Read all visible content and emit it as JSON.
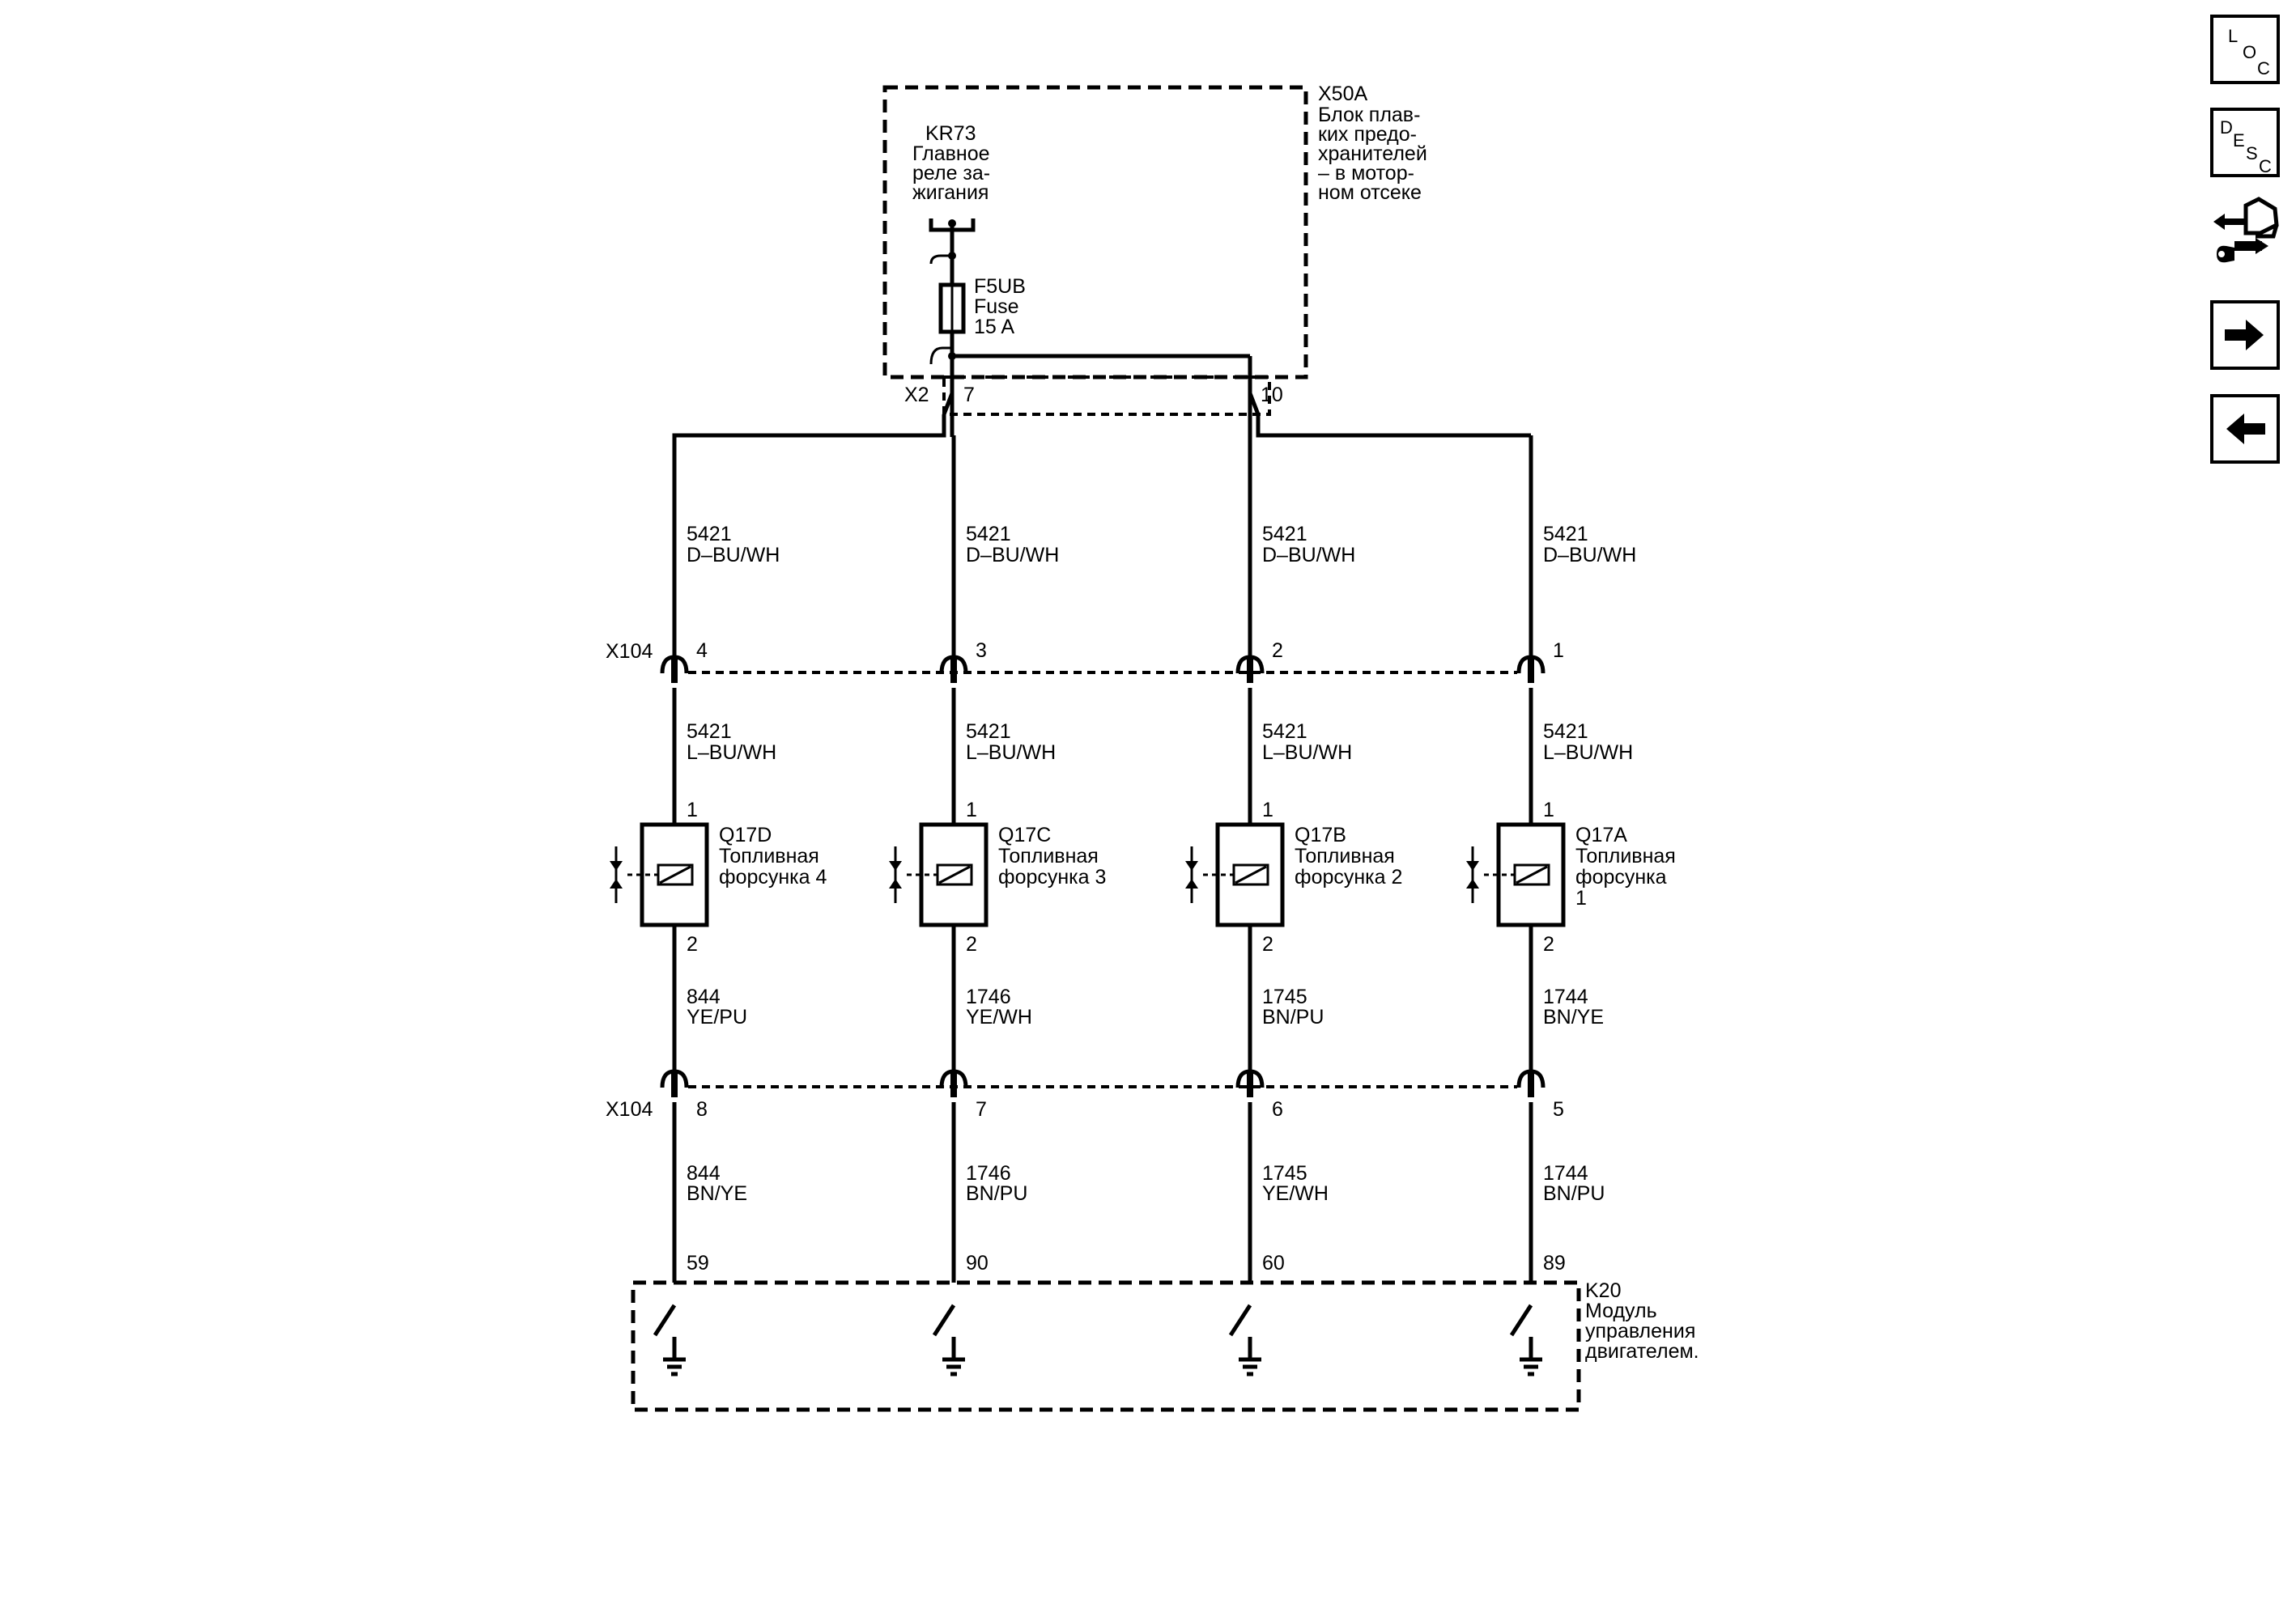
{
  "fuse_block": {
    "id": "X50A",
    "desc": [
      "Блок плав-",
      "ких предо-",
      "хранителей",
      "– в мотор-",
      "ном отсеке"
    ]
  },
  "relay": {
    "id": "KR73",
    "desc": [
      "Главное",
      "реле за-",
      "жигания"
    ]
  },
  "fuse": {
    "id": "F5UB",
    "desc": [
      "Fuse",
      "15 A"
    ]
  },
  "fuse_block_connector": {
    "id": "X2",
    "pins": [
      "7",
      "10"
    ]
  },
  "inline_connector": {
    "id_upper": "X104",
    "id_lower": "X104"
  },
  "injectors": [
    {
      "id": "Q17D",
      "desc": [
        "Топливная",
        "форсунка 4"
      ],
      "feed_circuit": "5421",
      "feed_color": "D–BU/WH",
      "conn_pin_upper": "4",
      "mid_circuit": "5421",
      "mid_color": "L–BU/WH",
      "pin1": "1",
      "pin2": "2",
      "ctrl_circuit_upper": "844",
      "ctrl_color_upper": "YE/PU",
      "conn_pin_lower": "8",
      "ctrl_circuit_lower": "844",
      "ctrl_color_lower": "BN/YE",
      "ecm_pin": "59"
    },
    {
      "id": "Q17C",
      "desc": [
        "Топливная",
        "форсунка 3"
      ],
      "feed_circuit": "5421",
      "feed_color": "D–BU/WH",
      "conn_pin_upper": "3",
      "mid_circuit": "5421",
      "mid_color": "L–BU/WH",
      "pin1": "1",
      "pin2": "2",
      "ctrl_circuit_upper": "1746",
      "ctrl_color_upper": "YE/WH",
      "conn_pin_lower": "7",
      "ctrl_circuit_lower": "1746",
      "ctrl_color_lower": "BN/PU",
      "ecm_pin": "90"
    },
    {
      "id": "Q17B",
      "desc": [
        "Топливная",
        "форсунка 2"
      ],
      "feed_circuit": "5421",
      "feed_color": "D–BU/WH",
      "conn_pin_upper": "2",
      "mid_circuit": "5421",
      "mid_color": "L–BU/WH",
      "pin1": "1",
      "pin2": "2",
      "ctrl_circuit_upper": "1745",
      "ctrl_color_upper": "BN/PU",
      "conn_pin_lower": "6",
      "ctrl_circuit_lower": "1745",
      "ctrl_color_lower": "YE/WH",
      "ecm_pin": "60"
    },
    {
      "id": "Q17A",
      "desc": [
        "Топливная",
        "форсунка",
        "1"
      ],
      "feed_circuit": "5421",
      "feed_color": "D–BU/WH",
      "conn_pin_upper": "1",
      "mid_circuit": "5421",
      "mid_color": "L–BU/WH",
      "pin1": "1",
      "pin2": "2",
      "ctrl_circuit_upper": "1744",
      "ctrl_color_upper": "BN/YE",
      "conn_pin_lower": "5",
      "ctrl_circuit_lower": "1744",
      "ctrl_color_lower": "BN/PU",
      "ecm_pin": "89"
    }
  ],
  "ecm": {
    "id": "K20",
    "desc": [
      "Модуль",
      "управления",
      "двигателем."
    ]
  },
  "nav": {
    "loc": [
      "L",
      "O",
      "C"
    ],
    "desc": [
      "D",
      "E",
      "S",
      "C"
    ],
    "connector_icon": "connector-tool-icon",
    "next_icon": "arrow-right-icon",
    "prev_icon": "arrow-left-icon"
  }
}
